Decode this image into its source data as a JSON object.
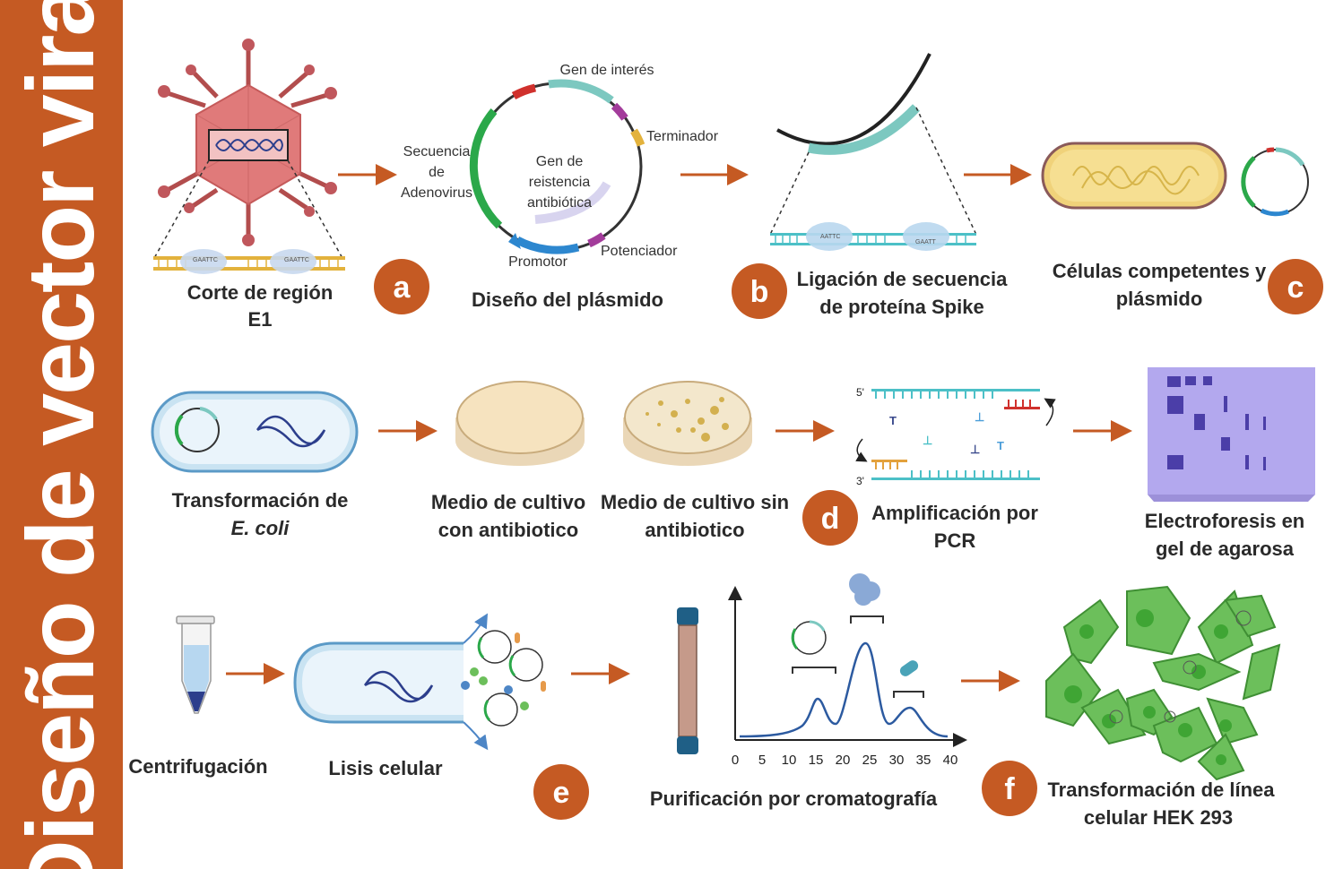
{
  "sidebar": {
    "title": "Diseño de vector viral"
  },
  "colors": {
    "accent": "#c55a23",
    "cell_green": "#6cbf5b",
    "gel_purple": "#a99be8"
  },
  "labels": {
    "corte_l1": "Corte de  región",
    "corte_l2": "E1",
    "diseno": "Diseño del plásmido",
    "ligacion_l1": "Ligación de secuencia",
    "ligacion_l2": "de proteína Spike",
    "celulas_l1": "Células competentes y",
    "celulas_l2": "plásmido",
    "transf_l1": "Transformación de",
    "transf_l2": "E. coli",
    "medio_con_l1": "Medio de cultivo",
    "medio_con_l2": "con antibiotico",
    "medio_sin_l1": "Medio de cultivo sin",
    "medio_sin_l2": "antibiotico",
    "ampli_l1": "Amplificación por",
    "ampli_l2": "PCR",
    "electro_l1": "Electroforesis en",
    "electro_l2": "gel de agarosa",
    "centrifugacion": "Centrifugación",
    "lisis": "Lisis celular",
    "purificacion": "Purificación por cromatografía",
    "hek_l1": "Transformación de línea",
    "hek_l2": "celular HEK 293"
  },
  "plasmid": {
    "gen_interes": "Gen de interés",
    "terminador": "Terminador",
    "potenciador": "Potenciador",
    "promotor": "Promotor",
    "secuencia_l1": "Secuencia",
    "secuencia_l2": "de",
    "secuencia_l3": "Adenovirus",
    "resistencia_l1": "Gen de",
    "resistencia_l2": "reistencia",
    "resistencia_l3": "antibiótica"
  },
  "dna_text": {
    "s1": "GAATTC",
    "s2": "GAATTC",
    "s3": "AATTC",
    "s4": "GAATT"
  },
  "pcr": {
    "five_prime": "5'",
    "three_prime": "3'"
  },
  "badges": {
    "a": "a",
    "b": "b",
    "c": "c",
    "d": "d",
    "e": "e",
    "f": "f"
  },
  "chromatogram": {
    "x_ticks": [
      "0",
      "5",
      "10",
      "15",
      "20",
      "25",
      "30",
      "35",
      "40"
    ]
  }
}
